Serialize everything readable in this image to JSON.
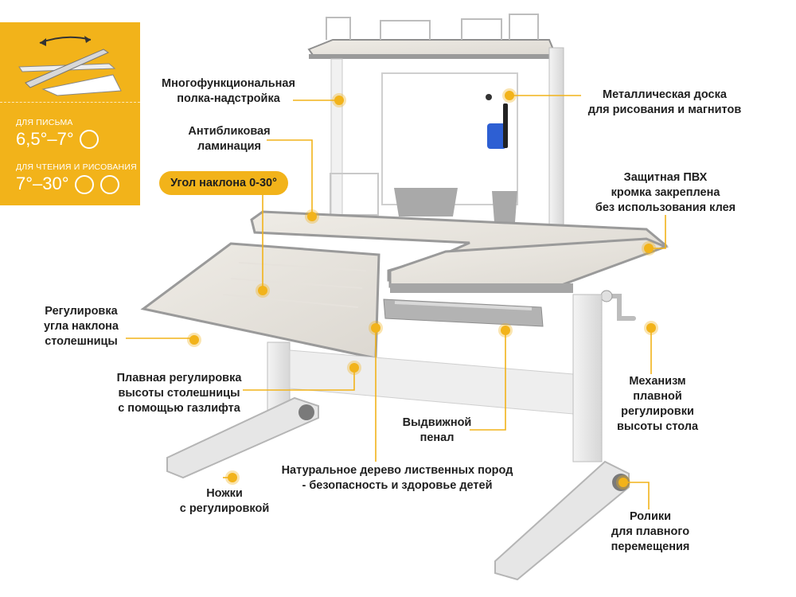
{
  "side_panel": {
    "writing_caption": "ДЛЯ ПИСЬМА",
    "writing_value": "6,5°–7°",
    "reading_caption": "ДЛЯ ЧТЕНИЯ И РИСОВАНИЯ",
    "reading_value": "7°–30°",
    "icons": [
      "pencil-icon",
      "book-icon",
      "brush-icon"
    ]
  },
  "badge": {
    "tilt_angle": "Угол наклона 0-30°"
  },
  "callouts": {
    "shelf": [
      "Многофункциональная",
      "полка-надстройка"
    ],
    "antiglare": [
      "Антибликовая",
      "ламинация"
    ],
    "board": [
      "Металлическая доска",
      "для рисования и магнитов"
    ],
    "pvc": [
      "Защитная ПВХ",
      "кромка закреплена",
      "без использования клея"
    ],
    "tilt_adjust": [
      "Регулировка",
      "угла наклона",
      "столешницы"
    ],
    "height_gaslift": [
      "Плавная регулировка",
      "высоты столешницы",
      "с помощью газлифта"
    ],
    "drawer": [
      "Выдвижной",
      "пенал"
    ],
    "mechanism": [
      "Механизм",
      "плавной",
      "регулировки",
      "высоты стола"
    ],
    "wood": [
      "Натуральное дерево лиственных пород",
      "- безопасность и здоровье детей"
    ],
    "legs": [
      "Ножки",
      "с регулировкой"
    ],
    "rollers": [
      "Ролики",
      "для плавного",
      "перемещения"
    ]
  },
  "colors": {
    "accent": "#f2b31a",
    "text": "#1f1f1f",
    "edge": "#9a9a9a",
    "board": "#ffffff",
    "marker": "#2d5fd3"
  }
}
